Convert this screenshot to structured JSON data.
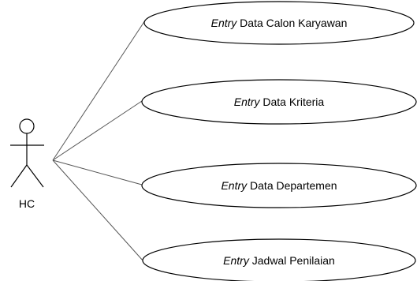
{
  "actor": {
    "name": "HC",
    "icon": "stick-figure-actor"
  },
  "use_cases": [
    {
      "emphasis": "Entry",
      "rest": " Data Calon Karyawan"
    },
    {
      "emphasis": "Entry",
      "rest": " Data Kriteria"
    },
    {
      "emphasis": "Entry",
      "rest": " Data Departemen"
    },
    {
      "emphasis": "Entry",
      "rest": " Jadwal Penilaian"
    }
  ],
  "colors": {
    "stroke": "#000000",
    "connector": "#555555",
    "fill": "#ffffff",
    "text": "#000000"
  }
}
